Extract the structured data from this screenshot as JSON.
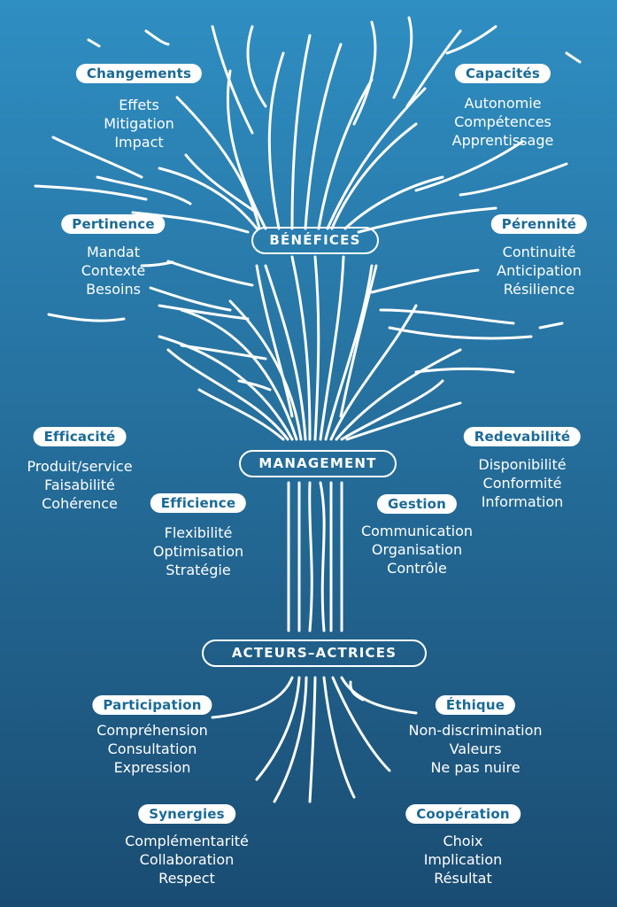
{
  "colors": {
    "bg_top": "#2f8ec2",
    "bg_bottom": "#1a4c72",
    "pill_text": "#1a6a98",
    "line": "#ffffff"
  },
  "hubs": {
    "benefices": "BÉNÉFICES",
    "management": "MANAGEMENT",
    "acteurs": "ACTEURS–ACTRICES"
  },
  "groups": {
    "changements": {
      "label": "Changements",
      "items": [
        "Effets",
        "Mitigation",
        "Impact"
      ]
    },
    "capacites": {
      "label": "Capacités",
      "items": [
        "Autonomie",
        "Compétences",
        "Apprentissage"
      ]
    },
    "pertinence": {
      "label": "Pertinence",
      "items": [
        "Mandat",
        "Contexte",
        "Besoins"
      ]
    },
    "perennite": {
      "label": "Pérennité",
      "items": [
        "Continuité",
        "Anticipation",
        "Résilience"
      ]
    },
    "efficacite": {
      "label": "Efficacité",
      "items": [
        "Produit/service",
        "Faisabilité",
        "Cohérence"
      ]
    },
    "redevabilite": {
      "label": "Redevabilité",
      "items": [
        "Disponibilité",
        "Conformité",
        "Information"
      ]
    },
    "efficience": {
      "label": "Efficience",
      "items": [
        "Flexibilité",
        "Optimisation",
        "Stratégie"
      ]
    },
    "gestion": {
      "label": "Gestion",
      "items": [
        "Communication",
        "Organisation",
        "Contrôle"
      ]
    },
    "participation": {
      "label": "Participation",
      "items": [
        "Compréhension",
        "Consultation",
        "Expression"
      ]
    },
    "ethique": {
      "label": "Éthique",
      "items": [
        "Non-discrimination",
        "Valeurs",
        "Ne pas nuire"
      ]
    },
    "synergies": {
      "label": "Synergies",
      "items": [
        "Complémentarité",
        "Collaboration",
        "Respect"
      ]
    },
    "cooperation": {
      "label": "Coopération",
      "items": [
        "Choix",
        "Implication",
        "Résultat"
      ]
    }
  }
}
